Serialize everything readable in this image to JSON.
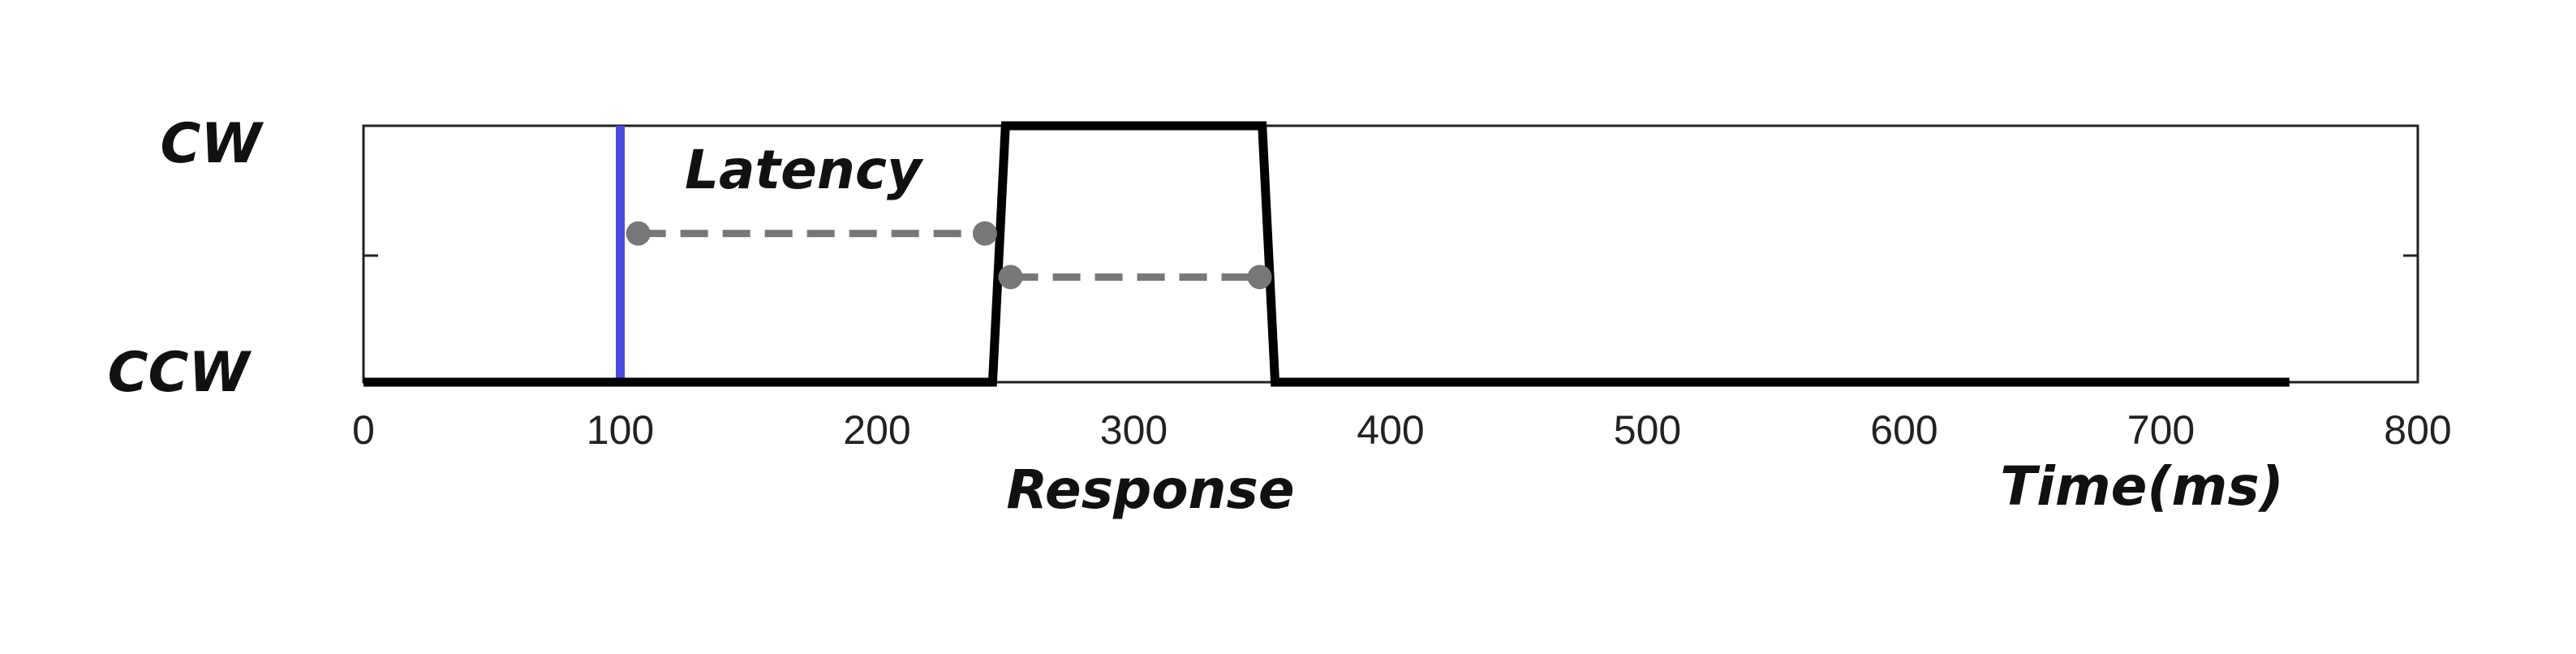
{
  "chart_data": {
    "type": "line",
    "xlabel": "Time(ms)",
    "ylabel": "",
    "xlim": [
      0,
      800
    ],
    "x_ticks": [
      0,
      100,
      200,
      300,
      400,
      500,
      600,
      700,
      800
    ],
    "y_tick_labels": [
      "CW",
      "CCW"
    ],
    "y_levels": [
      "CCW",
      "CW"
    ],
    "grid": false,
    "series": [
      {
        "color": "#000000",
        "points": [
          {
            "x": 0,
            "y": "CCW"
          },
          {
            "x": 245,
            "y": "CCW"
          },
          {
            "x": 250,
            "y": "CW"
          },
          {
            "x": 350,
            "y": "CW"
          },
          {
            "x": 355,
            "y": "CCW"
          },
          {
            "x": 750,
            "y": "CCW"
          }
        ]
      }
    ],
    "stimulus_marker": {
      "x": 100,
      "color": "#4a4ae0"
    },
    "annotations": [
      {
        "text": "Latency",
        "x_start": 107,
        "x_end": 242,
        "level": 0.58,
        "color": "#777777"
      },
      {
        "text": "Response",
        "x_start": 252,
        "x_end": 349,
        "level": 0.41,
        "color": "#777777"
      }
    ]
  }
}
